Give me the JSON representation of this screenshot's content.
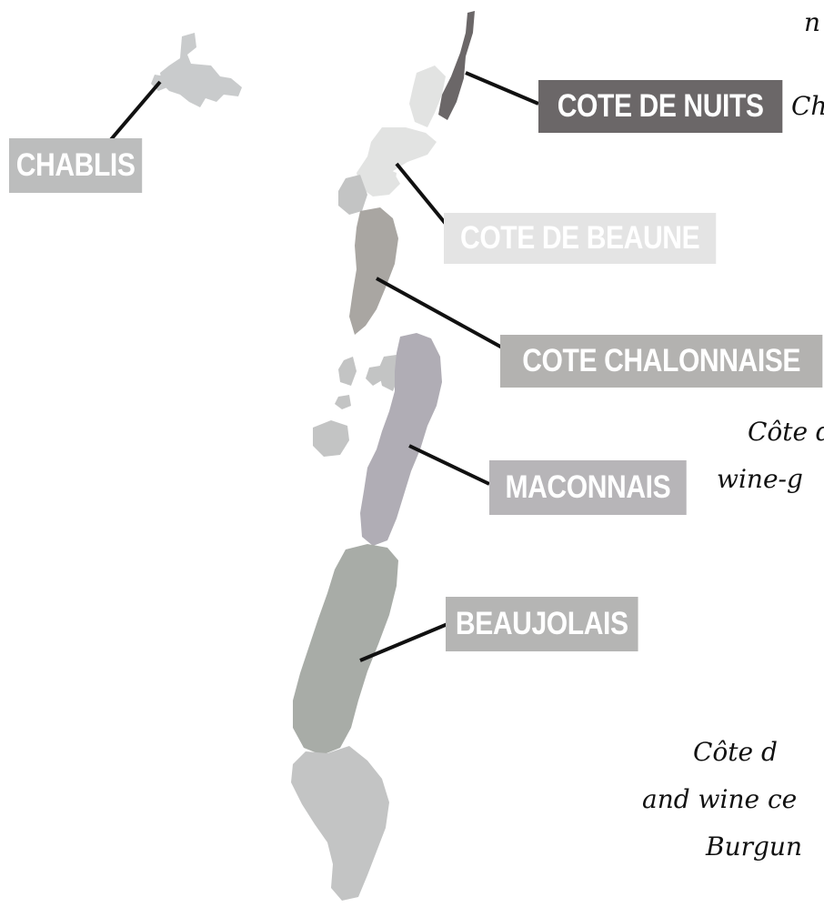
{
  "regions": [
    {
      "key": "chablis",
      "label": "CHABLIS",
      "fill": "#c9cbcc",
      "label_bg": "#bcbdbd",
      "label_fg": "#ffffff"
    },
    {
      "key": "cote_de_nuits",
      "label": "COTE DE NUITS",
      "fill": "#6b6768",
      "label_bg": "#6b6768",
      "label_fg": "#ffffff"
    },
    {
      "key": "cote_de_beaune",
      "label": "COTE DE BEAUNE",
      "fill": "#e2e3e2",
      "label_bg": "#e4e4e4",
      "label_fg": "#ffffff"
    },
    {
      "key": "cote_chalonnaise",
      "label": "COTE CHALONNAISE",
      "fill": "#a9a6a2",
      "label_bg": "#b3b2b0",
      "label_fg": "#ffffff"
    },
    {
      "key": "maconnais",
      "label": "MACONNAIS",
      "fill": "#b0adb5",
      "label_bg": "#b7b5b8",
      "label_fg": "#ffffff"
    },
    {
      "key": "beaujolais",
      "label": "BEAUJOLAIS",
      "fill": "#a8aca7",
      "label_bg": "#b5b5b4",
      "label_fg": "#ffffff"
    }
  ],
  "other_fill": "#c3c4c4",
  "side_text": {
    "t1": "n",
    "t2": "Ch",
    "t3": "Côte d",
    "t4": "wine-g",
    "t5": "Côte d",
    "t6": "and wine ce",
    "t7": "Burgun"
  }
}
